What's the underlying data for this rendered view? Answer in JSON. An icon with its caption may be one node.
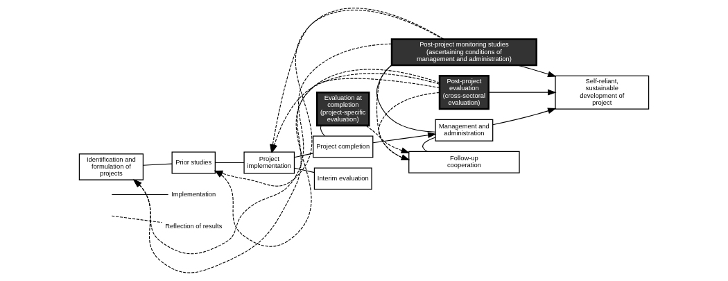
{
  "diagram": {
    "nodes": [
      {
        "text": [
          "Identification and formulation of projects"
        ]
      },
      {
        "text": [
          "Prior studies"
        ]
      },
      {
        "text": [
          "Project implementation"
        ]
      },
      {
        "text": [
          "Project completion"
        ]
      },
      {
        "text": [
          "Interim evaluation"
        ]
      },
      {
        "text": [
          "Evaluation at completion (project-specific evaluation)"
        ]
      },
      {
        "text": [
          "Post-project monitoring studies (ascertaining conditions of management and administration)"
        ]
      },
      {
        "text": [
          "Post-project evaluation (cross-sectoral evaluation)"
        ]
      },
      {
        "text": [
          "Management and administration"
        ]
      },
      {
        "text": [
          "Follow-up cooperation"
        ]
      },
      {
        "text": [
          "Self-reliant, sustainable development of project"
        ]
      }
    ],
    "edges": [
      {
        "from": 0,
        "to": 1,
        "arrow": "none"
      },
      {
        "from": 1,
        "to": 2,
        "arrow": "none"
      },
      {
        "from": 2,
        "to": 3,
        "arrow": "none"
      },
      {
        "from": 2,
        "to": 4,
        "arrow": "none"
      },
      {
        "from": 5,
        "to": 3,
        "arrow": "none"
      },
      {
        "from": 3,
        "to": 8,
        "arrow": "to"
      },
      {
        "from": 8,
        "to": 10,
        "arrow": "to"
      },
      {
        "from": 8,
        "to": 6,
        "arrow": "none"
      },
      {
        "from": 7,
        "to": 10,
        "arrow": "to"
      },
      {
        "from": 8,
        "to": 9,
        "arrow": "none"
      },
      {
        "from": 6,
        "to": 10,
        "arrow": "to"
      },
      {
        "from": 5,
        "to": 9,
        "arrow": "to",
        "style": "dashed"
      },
      {
        "from": 7,
        "to": 0,
        "arrow": "to",
        "style": "dashed"
      },
      {
        "from": 7,
        "to": 1,
        "arrow": "to",
        "style": "dashed"
      },
      {
        "from": 7,
        "to": 2,
        "arrow": "to",
        "style": "dashed"
      },
      {
        "from": 6,
        "to": 0,
        "arrow": "to",
        "style": "dashed"
      },
      {
        "from": 6,
        "to": 1,
        "arrow": "to",
        "style": "dashed"
      },
      {
        "from": 6,
        "to": 2,
        "arrow": "to",
        "style": "dashed"
      },
      {
        "from": 7,
        "to": 9,
        "arrow": "to",
        "style": "dashed"
      },
      {
        "from": 6,
        "to": 9,
        "arrow": "to",
        "style": "dashed"
      }
    ],
    "legend": [
      {
        "text": "Implementation"
      },
      {
        "text": "Reflection of results"
      }
    ]
  }
}
